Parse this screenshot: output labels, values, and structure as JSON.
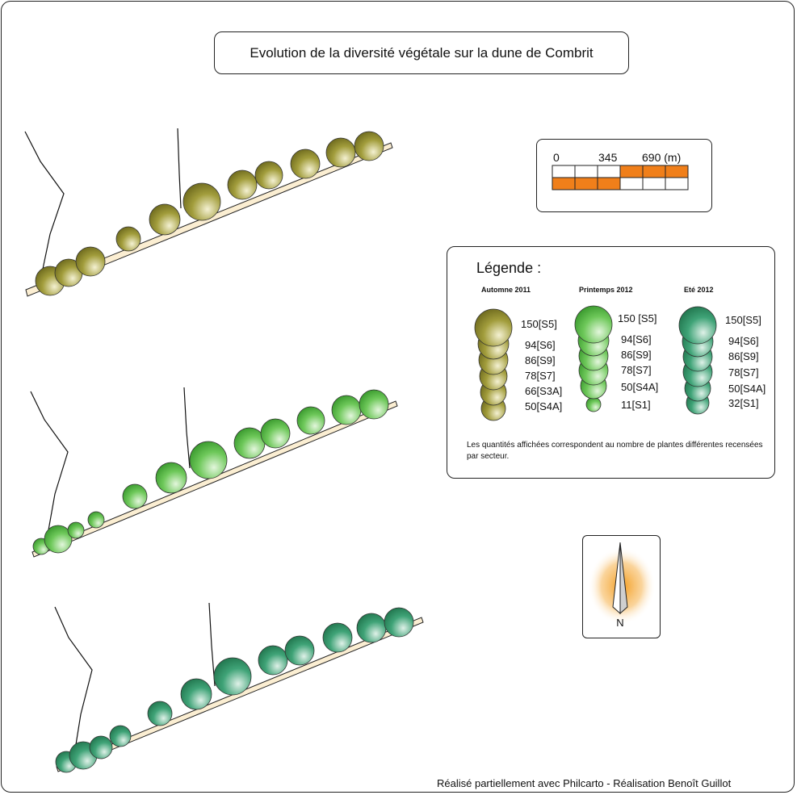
{
  "title": "Evolution de la diversité végétale sur la dune de Combrit",
  "scale": {
    "labels": [
      "0",
      "345",
      "690 (m)"
    ],
    "top_row": [
      "white",
      "white",
      "white",
      "orange",
      "orange",
      "orange"
    ],
    "bottom_row": [
      "orange",
      "orange",
      "orange",
      "white",
      "white",
      "white"
    ],
    "fill_color": "#f07f1a"
  },
  "legend": {
    "title": "Légende :",
    "seasons": [
      {
        "name": "Automne 2011",
        "color": "#8f8b2a",
        "entries": [
          "150[S5]",
          "94[S6]",
          "86[S9]",
          "78[S7]",
          "66[S3A]",
          "50[S4A]"
        ]
      },
      {
        "name": "Printemps 2012",
        "color": "#4fb040",
        "entries": [
          "150 [S5]",
          "94[S6]",
          "86[S9]",
          "78[S7]",
          "50[S4A]",
          "11[S1]"
        ]
      },
      {
        "name": "Eté 2012",
        "color": "#2e9464",
        "entries": [
          "150[S5]",
          "94[S6]",
          "86[S9]",
          "78[S7]",
          "50[S4A]",
          "32[S1]"
        ]
      }
    ],
    "note": "Les quantités affichées correspondent au nombre de plantes différentes recensées par secteur."
  },
  "north": {
    "label": "N",
    "glow_color": "#f39c1d"
  },
  "footer": "Réalisé partiellement avec Philcarto - Réalisation Benoît Guillot"
}
